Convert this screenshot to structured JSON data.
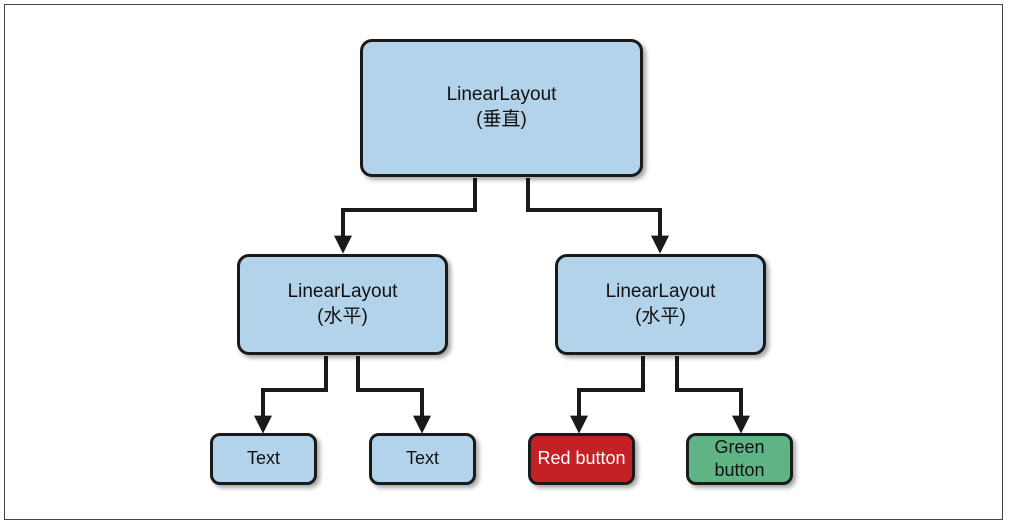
{
  "colors": {
    "node_fill": "#b3d3ea",
    "red_button": "#c42127",
    "green_button": "#5fb486",
    "line": "#1a1a1a"
  },
  "root": {
    "title": "LinearLayout",
    "subtitle": "(垂直)"
  },
  "left_group": {
    "title": "LinearLayout",
    "subtitle": "(水平)"
  },
  "right_group": {
    "title": "LinearLayout",
    "subtitle": "(水平)"
  },
  "leaves": {
    "text1": "Text",
    "text2": "Text",
    "red_button": "Red button",
    "green_button": "Green button"
  }
}
